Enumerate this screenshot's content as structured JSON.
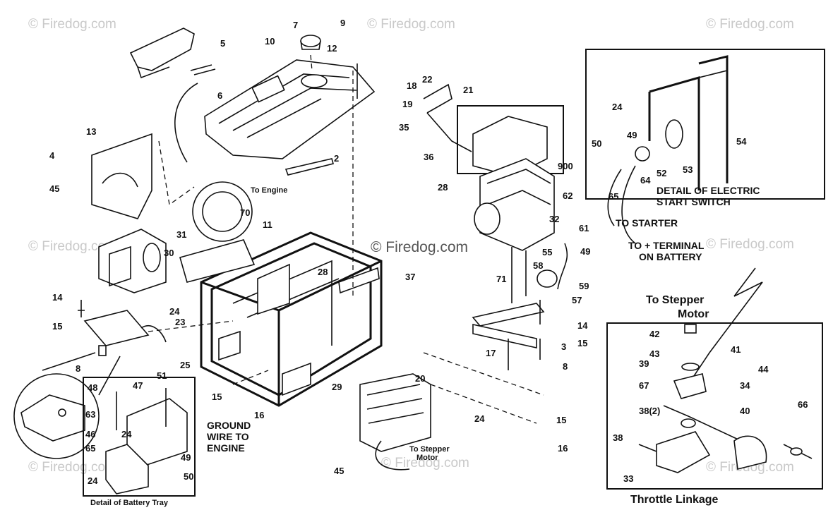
{
  "watermarks": [
    "© Firedog.com",
    "© Firedog.com",
    "© Firedog.com",
    "© Firedog.com",
    "© Firedog.com",
    "© Firedog.com",
    "© Firedog.com",
    "© Firedog.com"
  ],
  "center_watermark": "© Firedog.com",
  "callouts": {
    "c5": "5",
    "c6": "6",
    "c7": "7",
    "c9": "9",
    "c10": "10",
    "c12": "12",
    "c13": "13",
    "c4": "4",
    "c45a": "45",
    "c2": "2",
    "c31": "31",
    "c30": "30",
    "c70": "70",
    "c11": "11",
    "c28a": "28",
    "c37": "37",
    "c14a": "14",
    "c15a": "15",
    "c24a": "24",
    "c23": "23",
    "c8a": "8",
    "c25": "25",
    "c51": "51",
    "c15b": "15",
    "c16a": "16",
    "c29": "29",
    "c20": "20",
    "c24b": "24",
    "c45b": "45",
    "c15c": "15",
    "c16b": "16",
    "c18": "18",
    "c22": "22",
    "c21": "21",
    "c19": "19",
    "c35": "35",
    "c36": "36",
    "c900": "900",
    "c28b": "28",
    "c62": "62",
    "c61": "61",
    "c32": "32",
    "c55": "55",
    "c58": "58",
    "c71": "71",
    "c49a": "49",
    "c59": "59",
    "c57": "57",
    "c14b": "14",
    "c15d": "15",
    "c3": "3",
    "c17": "17",
    "c8b": "8",
    "c24c": "24",
    "c54": "54",
    "c49b": "49",
    "c50a": "50",
    "c52": "52",
    "c53": "53",
    "c64": "64",
    "c65": "65",
    "c42": "42",
    "c41": "41",
    "c43": "43",
    "c44": "44",
    "c39": "39",
    "c67": "67",
    "c34": "34",
    "c38_2": "38(2)",
    "c40": "40",
    "c66": "66",
    "c38": "38",
    "c33": "33",
    "c48": "48",
    "c47": "47",
    "c63": "63",
    "c24d": "24",
    "c46": "46",
    "c65b": "65",
    "c49c": "49",
    "c50b": "50",
    "c24e": "24"
  },
  "labels": {
    "to_engine": "To Engine",
    "detail_electric_1": "DETAIL OF ELECTRIC",
    "detail_electric_2": "START SWITCH",
    "to_starter": "TO STARTER",
    "to_terminal_1": "TO + TERMINAL",
    "to_terminal_2": "ON BATTERY",
    "to_stepper_1": "To Stepper",
    "to_stepper_2": "Motor",
    "to_stepper_small_1": "To Stepper",
    "to_stepper_small_2": "Motor",
    "throttle": "Throttle Linkage",
    "ground_1": "GROUND",
    "ground_2": "WIRE TO",
    "ground_3": "ENGINE",
    "battery_tray": "Detail of Battery Tray"
  }
}
